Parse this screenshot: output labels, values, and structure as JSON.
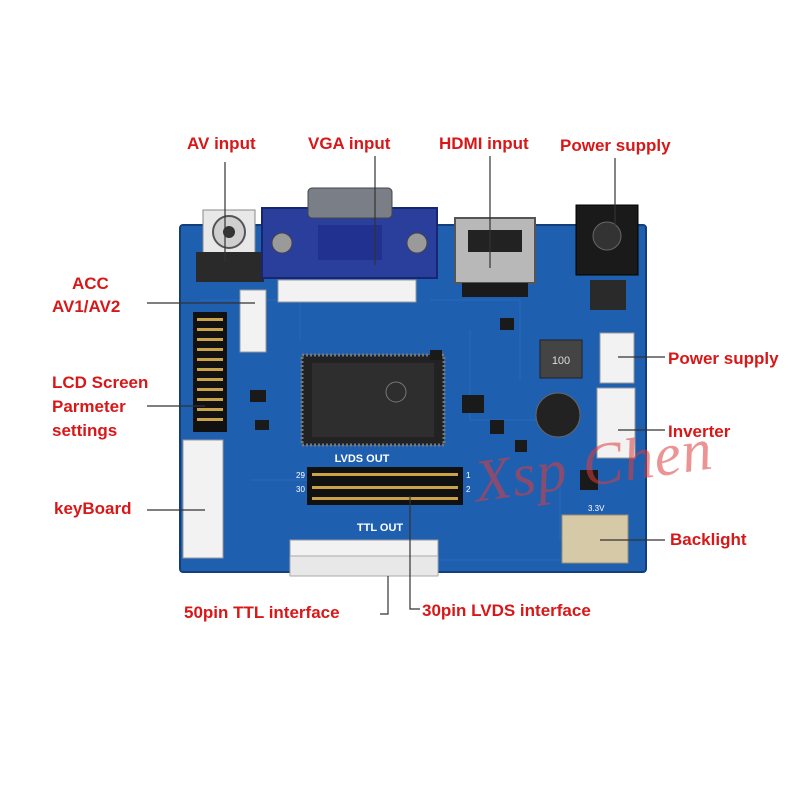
{
  "labels": {
    "av_input": "AV input",
    "vga_input": "VGA input",
    "hdmi_input": "HDMI input",
    "power_supply_top": "Power supply",
    "acc": "ACC",
    "av1_av2": "AV1/AV2",
    "lcd_line1": "LCD Screen",
    "lcd_line2": "Parmeter",
    "lcd_line3": "settings",
    "keyboard": "keyBoard",
    "power_supply_right": "Power supply",
    "inverter": "Inverter",
    "backlight": "Backlight",
    "ttl_interface": "50pin TTL interface",
    "lvds_interface": "30pin LVDS interface"
  },
  "board_text": {
    "lvds_out": "LVDS OUT",
    "ttl_out": "TTL OUT",
    "inductor": "100",
    "pin_29": "29",
    "pin_30": "30",
    "pin_1": "1",
    "pin_2": "2",
    "volt": "3.3V"
  },
  "watermark": "Xsp Chen",
  "colors": {
    "label": "#d81818",
    "board": "#1f5fb0",
    "board_dark": "#174a8c",
    "connector_white": "#f2f2f2",
    "vga_blue": "#2a3f9c"
  }
}
